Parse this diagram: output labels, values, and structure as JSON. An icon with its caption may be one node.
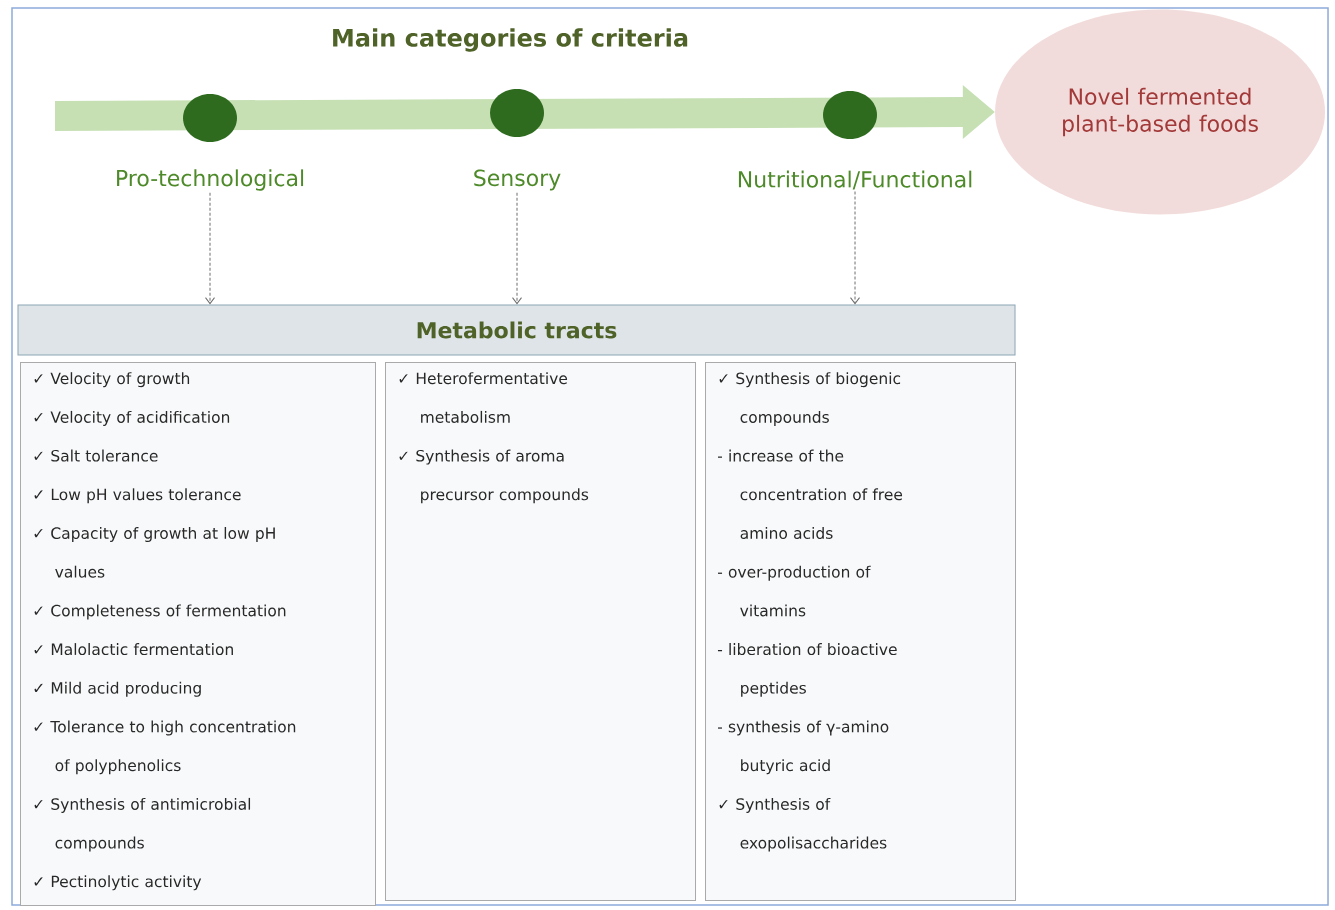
{
  "diagram": {
    "title": "Main categories of criteria",
    "nodes": [
      {
        "text": [
          "Pro-technological"
        ]
      },
      {
        "text": [
          "Sensory"
        ]
      },
      {
        "text": [
          "Nutritional/Functional"
        ]
      },
      {
        "text": [
          "Novel fermented plant-based foods"
        ]
      },
      {
        "text": [
          "Metabolic tracts"
        ]
      },
      {
        "text": [
          "✓ Velocity of growth",
          "✓ Velocity of acidification",
          "✓ Salt tolerance",
          "✓ Low pH values tolerance",
          "✓ Capacity of growth at low pH values",
          "✓ Completeness of fermentation",
          "✓ Malolactic fermentation",
          "✓ Mild acid producing",
          "✓ Tolerance to high concentration of polyphenolics",
          "✓ Synthesis of antimicrobial compounds",
          "✓ Pectinolytic activity"
        ]
      },
      {
        "text": [
          "✓ Heterofermentative metabolism",
          "✓ Synthesis of aroma precursor compounds"
        ]
      },
      {
        "text": [
          "✓ Synthesis of biogenic compounds",
          "- increase of the concentration of free amino acids",
          "- over-production of vitamins",
          "- liberation of bioactive peptides",
          "- synthesis of γ-amino butyric acid",
          "✓ Synthesis of exopolisaccharides"
        ]
      }
    ],
    "edges": [
      {
        "from": null,
        "to": 3,
        "arrow": "to",
        "style": "thick",
        "color": "#c6e0b4"
      },
      {
        "from": 0,
        "to": 4,
        "arrow": "to",
        "style": "dashed"
      },
      {
        "from": 1,
        "to": 4,
        "arrow": "to",
        "style": "dashed"
      },
      {
        "from": 2,
        "to": 4,
        "arrow": "to",
        "style": "dashed"
      }
    ]
  }
}
